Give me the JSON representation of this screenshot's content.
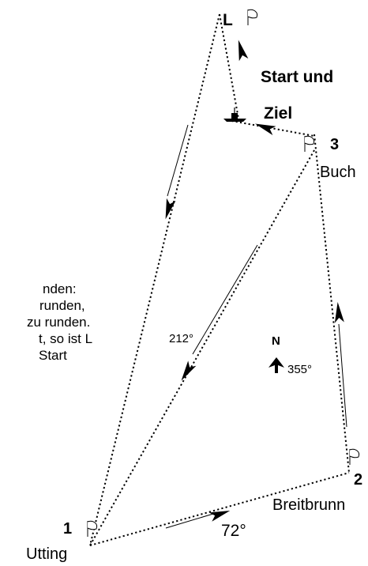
{
  "marks": {
    "L": "L",
    "buoy3": "3",
    "buoy2": "2",
    "buoy1": "1"
  },
  "places": {
    "buch": "Buch",
    "breitbrunn": "Breitbrunn",
    "utting": "Utting"
  },
  "start_finish": {
    "line1": "Start und",
    "line2": "Ziel"
  },
  "bearings": {
    "leg_1_2": "72°",
    "leg_3_1": "212°",
    "leg_2_3": "355°"
  },
  "compass": {
    "label": "N"
  },
  "note_lines": [
    "nden:",
    "runden,",
    "zu runden.",
    "t, so ist L",
    "Start"
  ],
  "icons": [
    "flag-icon",
    "arrowhead-icon",
    "north-arrow-icon",
    "committee-boat-icon"
  ],
  "colors": {
    "ink": "#000000",
    "background": "#ffffff"
  }
}
